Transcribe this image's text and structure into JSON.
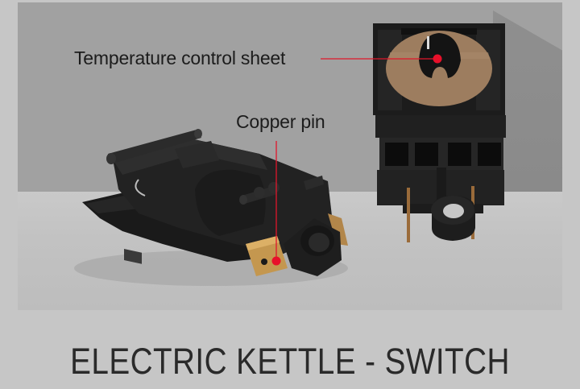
{
  "panel": {
    "labels": {
      "temperature_control_sheet": "Temperature control sheet",
      "copper_pin": "Copper pin"
    },
    "colors": {
      "background": "#c6c6c6",
      "wall": "#a1a1a1",
      "floor": "#c4c4c4",
      "pointer": "#e0162b",
      "switch_body": "#1e1e1e",
      "copper": "#b98a4a"
    },
    "images": {
      "left": "kettle-switch-side-view",
      "right": "kettle-switch-top-view"
    }
  },
  "title": "ELECTRIC KETTLE - SWITCH"
}
